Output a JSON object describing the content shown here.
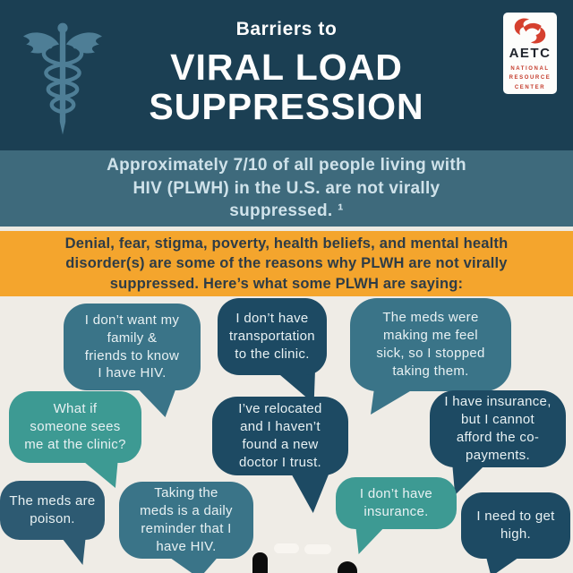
{
  "header": {
    "eyebrow": "Barriers to",
    "title_line1": "VIRAL LOAD",
    "title_line2": "SUPPRESSION",
    "logo": {
      "acronym": "AETC",
      "subtitle": "NATIONAL\nRESOURCE\nCENTER"
    }
  },
  "stat_banner": {
    "text": "Approximately 7/10 of all people living with\nHIV (PLWH) in the U.S. are not virally\nsuppressed. ¹"
  },
  "reasons_banner": {
    "text": "Denial, fear, stigma, poverty, health beliefs, and mental health\ndisorder(s) are some of the reasons why PLWH are not virally\nsuppressed. Here’s what some PLWH are saying:"
  },
  "quotes": [
    {
      "text": "I don’t want my\nfamily &\nfriends to know\nI have HIV.",
      "color": "#3a7488"
    },
    {
      "text": "I don’t have\ntransportation\nto the clinic.",
      "color": "#1d4a63"
    },
    {
      "text": "The meds were\nmaking me feel\nsick, so I stopped\ntaking them.",
      "color": "#3a7488"
    },
    {
      "text": "What if\nsomeone sees\nme at the clinic?",
      "color": "#3d9a93"
    },
    {
      "text": "I’ve relocated\nand I haven’t\nfound a new\ndoctor I trust.",
      "color": "#1d4a63"
    },
    {
      "text": "I have insurance,\nbut I cannot\nafford the co-\npayments.",
      "color": "#1d4a63"
    },
    {
      "text": "The meds are\npoison.",
      "color": "#2d5a72"
    },
    {
      "text": "Taking the\nmeds is a daily\nreminder that I\nhave HIV.",
      "color": "#3a7488"
    },
    {
      "text": "I don’t have\ninsurance.",
      "color": "#3d9a93"
    },
    {
      "text": "I need to get\nhigh.",
      "color": "#1d4a63"
    }
  ],
  "colors": {
    "header_bg": "#1b3f53",
    "caduceus": "#4e7e96",
    "stat_bg": "#3e6a7c",
    "stat_text": "#cfe2ea",
    "orange_bg": "#f4a52d",
    "orange_text": "#2e3c46",
    "field_bg": "#efece6",
    "bubble_teal": "#3a7488",
    "bubble_navy": "#1d4a63",
    "bubble_mint": "#3d9a93",
    "bubble_slate": "#2d5a72",
    "logo_red": "#d5402e"
  }
}
